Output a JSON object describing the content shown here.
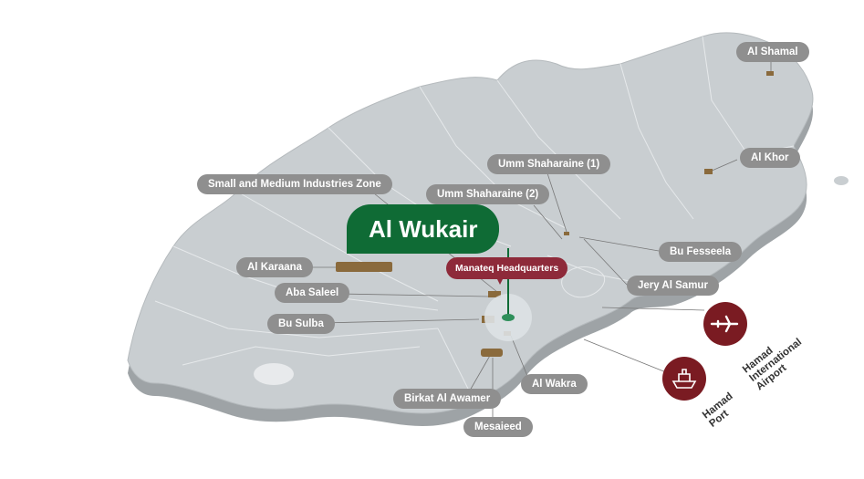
{
  "map": {
    "featured_location": "Al Wukair",
    "headquarters_label": "Manateq Headquarters",
    "locations": {
      "al_shamal": "Al Shamal",
      "al_khor": "Al Khor",
      "umm_shaharaine_1": "Umm Shaharaine (1)",
      "umm_shaharaine_2": "Umm Shaharaine (2)",
      "smiz": "Small and Medium Industries Zone",
      "al_karaana": "Al Karaana",
      "aba_saleel": "Aba Saleel",
      "bu_sulba": "Bu Sulba",
      "bu_fesseela": "Bu Fesseela",
      "jery_al_samur": "Jery Al Samur",
      "birkat_al_awamer": "Birkat Al Awamer",
      "mesaieed": "Mesaieed",
      "al_wakra": "Al Wakra"
    },
    "facilities": {
      "airport": {
        "label_line1": "Hamad",
        "label_line2": "International",
        "label_line3": "Airport",
        "icon": "airplane-icon"
      },
      "port": {
        "label_line1": "Hamad",
        "label_line2": "Port",
        "icon": "ship-icon"
      }
    },
    "colors": {
      "land": "#c9ced1",
      "land_edge": "#9ea3a6",
      "label_pill": "#8f8f8f",
      "featured": "#0f6b35",
      "headquarters": "#8e2a3a",
      "facility_icon": "#7a1b22",
      "site_marker": "#8a6a3c"
    }
  }
}
